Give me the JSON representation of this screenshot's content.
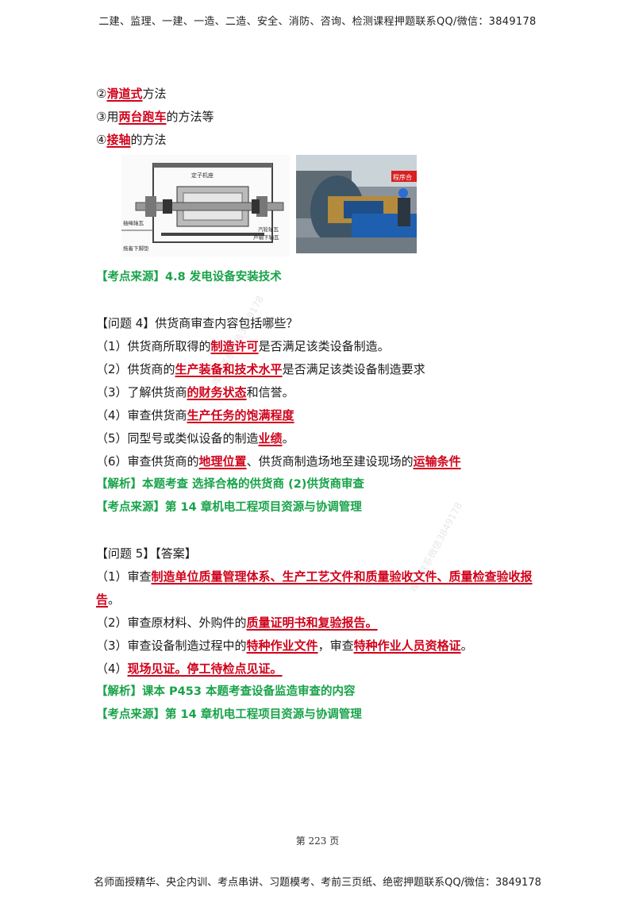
{
  "header": {
    "text": "二建、监理、一建、一造、二造、安全、消防、咨询、检测课程押题联系QQ/微信：3849178"
  },
  "methods": [
    {
      "prefix": "②",
      "hl": "滑道式",
      "suffix": "方法"
    },
    {
      "prefix": "③用",
      "hl": "两台跑车",
      "suffix": "的方法等"
    },
    {
      "prefix": "④",
      "hl": "接轴",
      "suffix": "的方法"
    }
  ],
  "figure1": {
    "label_top": "定子机座",
    "label_left": "抽绳轴瓦",
    "label_bottom_left": "拖着下脚垫",
    "label_right1": "汽轮轴瓦",
    "label_right2": "芦轴下轴瓦"
  },
  "figure2": {
    "sign_text": "程序合"
  },
  "source1": "【考点来源】4.8 发电设备安装技术",
  "q4": {
    "title": "【问题 4】供货商审查内容包括哪些？",
    "items": [
      {
        "prefix": "（1）供货商所取得的",
        "hl": "制造许可",
        "suffix": "是否满足该类设备制造。"
      },
      {
        "prefix": "（2）供货商的",
        "hl": "生产装备和技术水平",
        "suffix": "是否满足该类设备制造要求"
      },
      {
        "prefix": "（3）了解供货商",
        "hl": "的财务状态",
        "suffix": "和信誉。"
      },
      {
        "prefix": "（4）审查供货商",
        "hl": "生产任务的饱满程度",
        "suffix": ""
      },
      {
        "prefix": "（5）同型号或类似设备的制造",
        "hl": "业绩",
        "suffix": "。"
      }
    ],
    "item6": {
      "a": "（6）审查供货商的",
      "hl1": "地理位置",
      "b": "、供货商制造场地至建设现场的",
      "hl2": "运输条件"
    },
    "analysis": "【解析】本题考查 选择合格的供货商 (2)供货商审查",
    "source": "【考点来源】第 14 章机电工程项目资源与协调管理"
  },
  "q5": {
    "title": "【问题 5】【答案】",
    "item1": {
      "prefix": "（1）审查",
      "hl": "制造单位质量管理体系、生产工艺文件和质量验收文件、质量检查验收报告",
      "suffix": "。"
    },
    "item2": {
      "prefix": "（2）审查原材料、外购件的",
      "hl": "质量证明书和复验报告。",
      "suffix": ""
    },
    "item3": {
      "a": "（3）审查设备制造过程中的",
      "hl1": "特种作业文件",
      "b": "，审查",
      "hl2": "特种作业人员资格证",
      "c": "。"
    },
    "item4": {
      "prefix": "（4）",
      "hl": "现场见证。停工待检点见证。",
      "suffix": ""
    },
    "analysis": "【解析】课本 P453 本题考查设备监造审查的内容",
    "source": "【考点来源】第 14 章机电工程项目资源与协调管理"
  },
  "watermark": {
    "text1": "唯一联系微信3849178",
    "text2": "唯一联系微信3849178"
  },
  "page_number": "第 223 页",
  "footer": {
    "text": "名师面授精华、央企内训、考点串讲、习题模考、考前三页纸、绝密押题联系QQ/微信：3849178"
  }
}
